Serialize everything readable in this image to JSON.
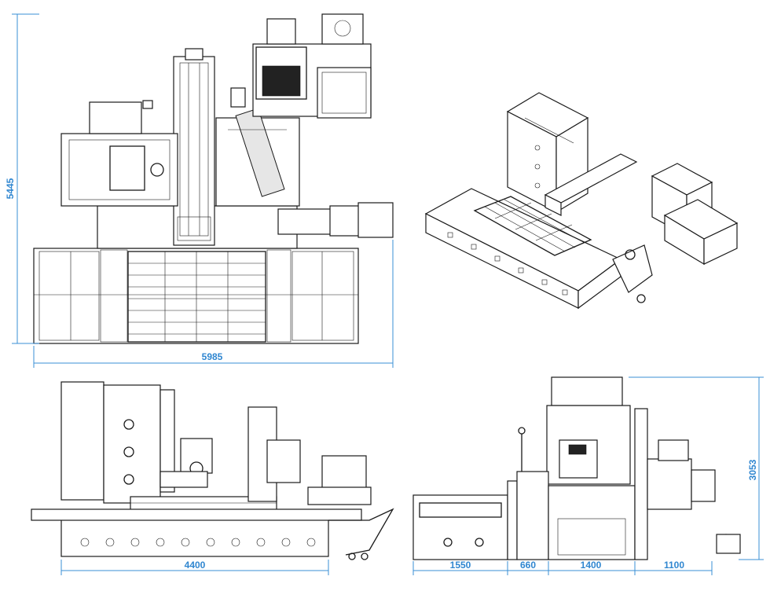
{
  "colors": {
    "line": "#1a1a1a",
    "dimension": "#3a8fd6",
    "background": "#ffffff"
  },
  "dimensions": {
    "top_view_height": "5445",
    "top_view_width": "5985",
    "front_view_length": "4400",
    "side_view_height": "3053",
    "side_view_segment_1": "1550",
    "side_view_segment_2": "660",
    "side_view_segment_3": "1400",
    "side_view_segment_4": "1100"
  }
}
